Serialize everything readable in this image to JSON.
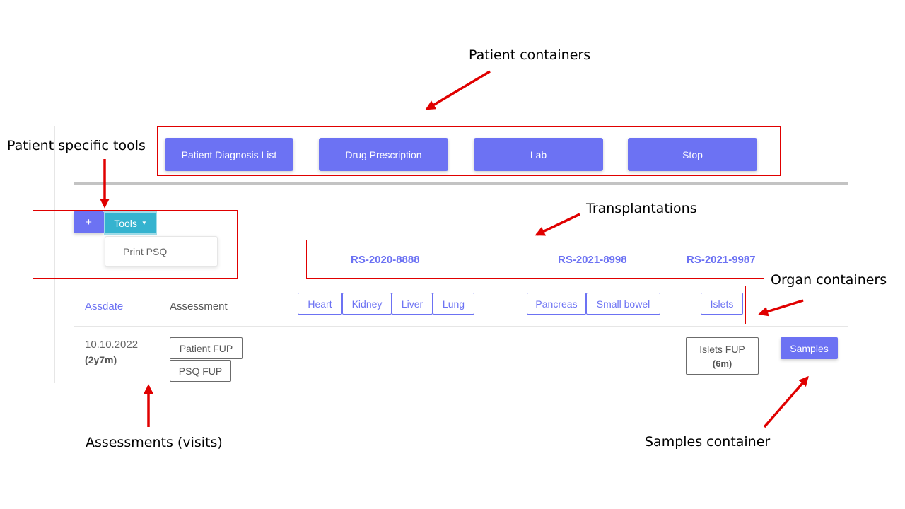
{
  "callouts": {
    "patient_containers": "Patient containers",
    "patient_tools": "Patient specific tools",
    "transplantations": "Transplantations",
    "organ_containers": "Organ containers",
    "assessments": "Assessments (visits)",
    "samples_container": "Samples container"
  },
  "patient_buttons": [
    "Patient Diagnosis List",
    "Drug Prescription",
    "Lab",
    "Stop"
  ],
  "tools": {
    "add_label": "+",
    "tools_label": "Tools",
    "dropdown_item": "Print PSQ"
  },
  "transplantations": [
    "RS-2020-8888",
    "RS-2021-8998",
    "RS-2021-9987"
  ],
  "organs": [
    "Heart",
    "Kidney",
    "Liver",
    "Lung",
    "Pancreas",
    "Small bowel",
    "Islets"
  ],
  "table": {
    "col_assdate": "Assdate",
    "col_assessment": "Assessment",
    "row": {
      "date": "10.10.2022",
      "age": "(2y7m)",
      "assessments": [
        "Patient FUP",
        "PSQ FUP"
      ],
      "islets_label": "Islets FUP",
      "islets_age": "(6m)",
      "samples_label": "Samples"
    }
  },
  "colors": {
    "accent": "#6c72f3",
    "tools": "#35b3cf",
    "annotation": "#e00000"
  }
}
